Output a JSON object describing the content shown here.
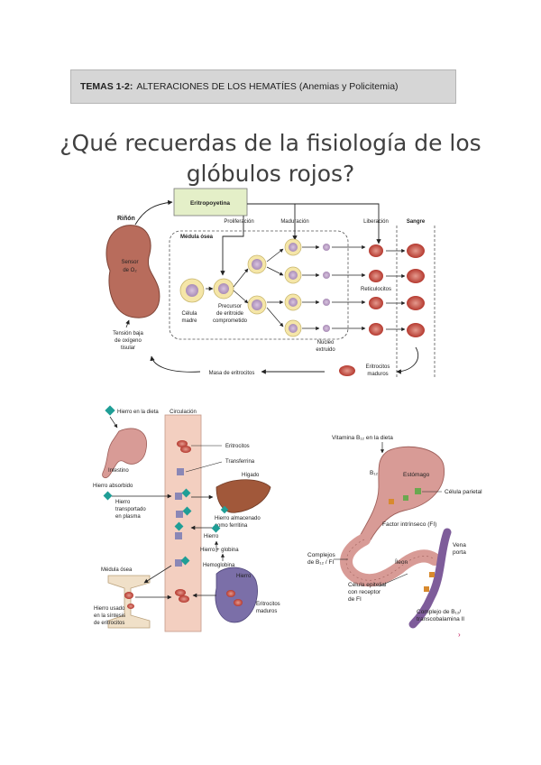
{
  "header": {
    "banner_bold": "TEMAS 1-2:",
    "banner_text": "ALTERACIONES DE LOS HEMATÍES (Anemias y Policitemia)"
  },
  "title": {
    "line1": "¿Qué recuerdas de la fisiología de los",
    "line2": "glóbulos rojos?"
  },
  "fig1": {
    "eritropoyetina": "Eritropoyetina",
    "rinon": "Riñón",
    "sensor1": "Sensor",
    "sensor2": "de O₂",
    "medula": "Médula ósea",
    "proliferacion": "Proliferación",
    "maduracion": "Maduración",
    "liberacion": "Liberación",
    "sangre": "Sangre",
    "celula1": "Célula",
    "celula2": "madre",
    "precursor1": "Precursor",
    "precursor2": "de eritroide",
    "precursor3": "comprometido",
    "reticulocitos": "Reticulocitos",
    "nucleo1": "Núcleo",
    "nucleo2": "extruido",
    "tension1": "Tensión baja",
    "tension2": "de oxígeno",
    "tension3": "tisular",
    "masa": "Masa de eritrocitos",
    "eritro1": "Eritrocitos",
    "eritro2": "maduros"
  },
  "fig2": {
    "hierro_dieta": "Hierro en la dieta",
    "circulacion": "Circulación",
    "intestino": "Intestino",
    "hierro_absorbido": "Hierro absorbido",
    "eritrocitos": "Eritrocitos",
    "transferrina": "Transferrina",
    "higado": "Hígado",
    "transportado1": "Hierro",
    "transportado2": "transportado",
    "transportado3": "en plasma",
    "almacenado1": "Hierro almacenado",
    "almacenado2": "como ferritina",
    "hierro": "Hierro",
    "hierro_globina": "Hierro + globina",
    "hemoglobina": "Hemoglobina",
    "medula": "Médula ósea",
    "hierro2": "Hierro",
    "usado1": "Hierro usado",
    "usado2": "en la síntesis",
    "usado3": "de eritrocitos",
    "maduros1": "Eritrocitos",
    "maduros2": "maduros"
  },
  "fig3": {
    "vitamina": "Vitamina B₁₂ en la dieta",
    "b12": "B₁₂",
    "estomago": "Estómago",
    "parietal": "Célula parietal",
    "factor": "Factor intrínseco (FI)",
    "complejos1": "Complejos",
    "complejos2": "de B₁₂ / FI",
    "ileon": "Íleon",
    "epitelial1": "Célula epitelial",
    "epitelial2": "con receptor",
    "epitelial3": "de FI",
    "vena1": "Vena",
    "vena2": "porta",
    "complejo1": "Complejo de B₁₂/",
    "complejo2": "transcobalamina II",
    "arrow_glyph": "›"
  },
  "colors": {
    "kidney": "#b86c5c",
    "rbc": "#c0453b",
    "cell_purple": "#9d7aa8",
    "yellow_halo": "#f5e6a8",
    "epo_box": "#e4efc8",
    "vessel": "#f3cfc0",
    "iron_teal": "#1f9e96",
    "transferrin": "#8a87b6",
    "liver": "#a1583a",
    "spleen": "#7b6fa8",
    "stomach": "#d89b96",
    "intestine_purple": "#7e5c9a"
  }
}
